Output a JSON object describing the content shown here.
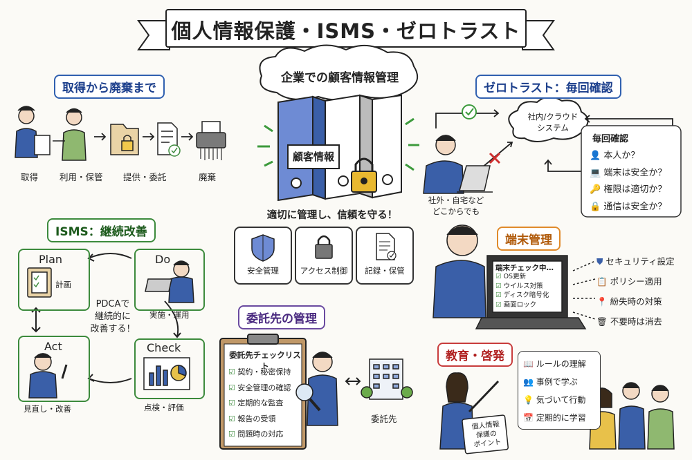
{
  "title": "個人情報保護・ISMS・ゼロトラスト",
  "lifecycle": {
    "heading": "取得から廃棄まで",
    "steps": [
      "取得",
      "利用・保管",
      "提供・委託",
      "廃棄"
    ]
  },
  "center": {
    "cloud_title": "企業での顧客情報管理",
    "binder_label": "顧客情報",
    "slogan": "適切に管理し、信頼を守る！",
    "cards": [
      "安全管理",
      "アクセス制御",
      "記録・保管"
    ]
  },
  "zerotrust": {
    "heading": "ゼロトラスト：毎回確認",
    "cloud_label": "社内/クラウド\nシステム",
    "user_label": "社外・自宅など\nどこからでも",
    "check_title": "毎回確認",
    "checks": [
      {
        "icon": "person-icon",
        "text": "本人か？"
      },
      {
        "icon": "laptop-icon",
        "text": "端末は安全か？"
      },
      {
        "icon": "key-icon",
        "text": "権限は適切か？"
      },
      {
        "icon": "lock-icon",
        "text": "通信は安全か？"
      }
    ]
  },
  "isms": {
    "heading": "ISMS：継続改善",
    "plan": {
      "title": "Plan",
      "sub": "計画"
    },
    "do": {
      "title": "Do",
      "sub": "実施・運用"
    },
    "check": {
      "title": "Check",
      "sub": "点検・評価"
    },
    "act": {
      "title": "Act",
      "sub": "見直し・改善"
    },
    "center_text": "PDCAで\n継続的に\n改善する！"
  },
  "vendor": {
    "heading": "委託先の管理",
    "clipboard_title": "委託先チェックリスト",
    "items": [
      "契約・秘密保持",
      "安全管理の確認",
      "定期的な監査",
      "報告の受領",
      "問題時の対応"
    ],
    "building_label": "委託先"
  },
  "device": {
    "heading": "端末管理",
    "screen_title": "端末チェック中…",
    "screen_items": [
      "OS更新",
      "ウイルス対策",
      "ディスク暗号化",
      "画面ロック"
    ],
    "items": [
      {
        "icon": "shield-icon",
        "text": "セキュリティ設定"
      },
      {
        "icon": "policy-icon",
        "text": "ポリシー適用"
      },
      {
        "icon": "location-icon",
        "text": "紛失時の対策"
      },
      {
        "icon": "trash-icon",
        "text": "不要時は消去"
      }
    ]
  },
  "education": {
    "heading": "教育・啓発",
    "board_text": "個人情報\n保護の\nポイント",
    "items": [
      {
        "icon": "book-icon",
        "text": "ルールの理解"
      },
      {
        "icon": "people-icon",
        "text": "事例で学ぶ"
      },
      {
        "icon": "bulb-icon",
        "text": "気づいて行動"
      },
      {
        "icon": "calendar-icon",
        "text": "定期的に学習"
      }
    ]
  }
}
